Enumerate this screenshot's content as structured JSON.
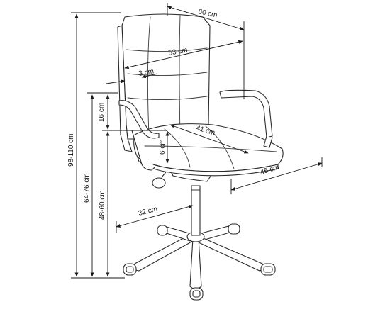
{
  "dimensions": {
    "depth_total": "60 cm",
    "backrest_height": "53 cm",
    "backrest_thickness": "3 cm",
    "armrest_height_above_seat": "16 cm",
    "seat_depth": "41 cm",
    "seat_cushion_thickness": "6 cm",
    "seat_width": "45 cm",
    "base_radius": "32 cm",
    "total_height": "98-110 cm",
    "armrest_height": "64-76 cm",
    "seat_height": "48-60 cm"
  },
  "colors": {
    "line": "#1a1a1a",
    "chair_outline": "#2a2a2a",
    "background": "#ffffff"
  }
}
